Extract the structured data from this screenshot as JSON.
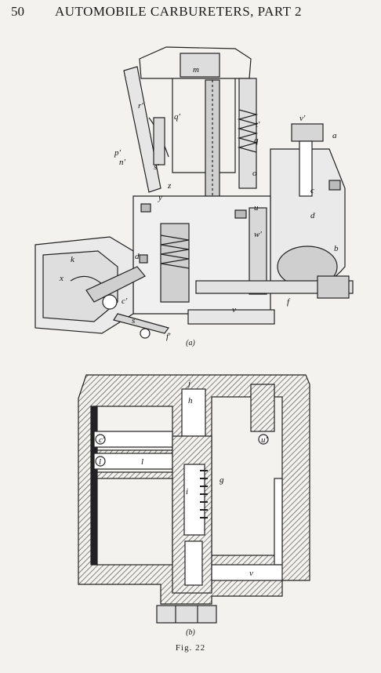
{
  "header": {
    "page_number": "50",
    "running_title": "AUTOMOBILE CARBURETERS, PART 2"
  },
  "figure_a": {
    "caption": "(a)",
    "labels": [
      "m",
      "r'",
      "q'",
      "t'",
      "q",
      "v'",
      "a",
      "p'",
      "n'",
      "s'",
      "o",
      "z",
      "y",
      "u",
      "k",
      "d",
      "w'",
      "c",
      "b",
      "x",
      "c'",
      "f",
      "v",
      "f'",
      "s",
      "d"
    ]
  },
  "figure_b": {
    "caption": "(b)",
    "labels": [
      "j",
      "h",
      "c'",
      "u'",
      "l",
      "l",
      "g",
      "i",
      "v"
    ]
  },
  "figure_caption": "Fig. 22"
}
